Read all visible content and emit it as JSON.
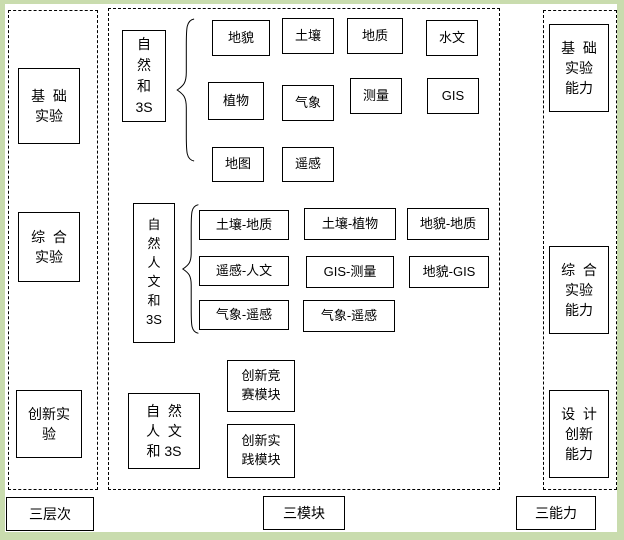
{
  "frame": {
    "border_color": "#c9dcae"
  },
  "left": {
    "items": [
      {
        "label": "基  础\n实验"
      },
      {
        "label": "综  合\n实验"
      },
      {
        "label": "创新实\n验"
      }
    ],
    "footer": "三层次"
  },
  "middle": {
    "groups": [
      {
        "label": "自\n然\n和\n3S",
        "items": [
          "地貌",
          "土壤",
          "地质",
          "水文",
          "植物",
          "气象",
          "测量",
          "GIS",
          "地图",
          "遥感"
        ]
      },
      {
        "label": "自\n然\n人\n文\n和\n3S",
        "items": [
          "土壤-地质",
          "土壤-植物",
          "地貌-地质",
          "遥感-人文",
          "GIS-测量",
          "地貌-GIS",
          "气象-遥感",
          "气象-遥感"
        ]
      },
      {
        "label": "自  然\n人  文\n和 3S",
        "items": [
          "创新竞\n赛模块",
          "创新实\n践模块"
        ]
      }
    ],
    "footer": "三模块"
  },
  "right": {
    "items": [
      {
        "label": "基  础\n实验\n能力"
      },
      {
        "label": "综  合\n实验\n能力"
      },
      {
        "label": "设  计\n创新\n能力"
      }
    ],
    "footer": "三能力"
  }
}
